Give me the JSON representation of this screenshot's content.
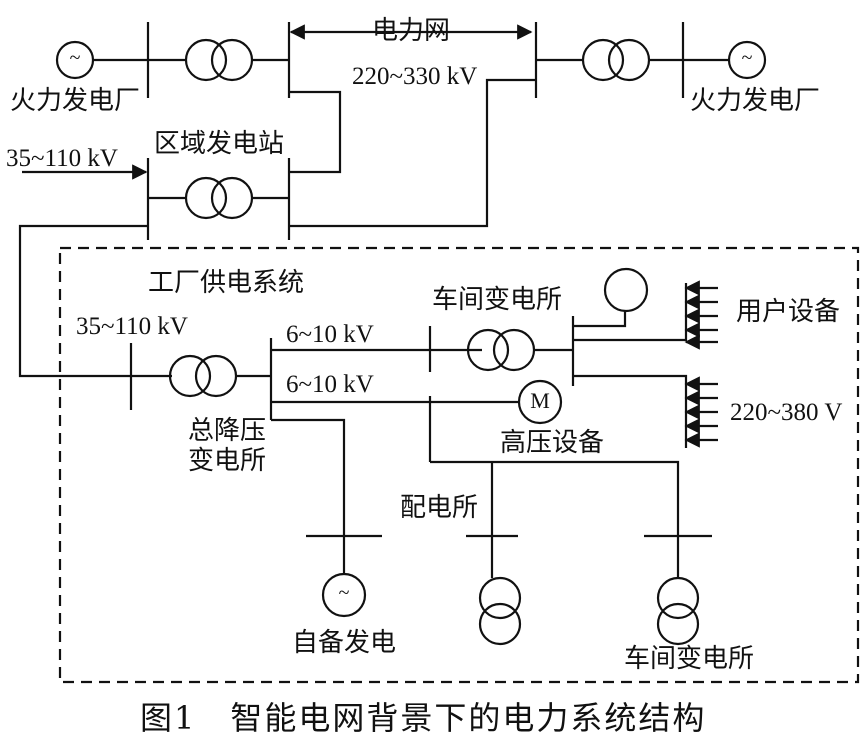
{
  "labels": {
    "power_grid": "电力网",
    "thermal_plant_left": "火力发电厂",
    "thermal_plant_right": "火力发电厂",
    "grid_voltage": "220~330 kV",
    "regional_station": "区域发电站",
    "regional_input_voltage": "35~110 kV",
    "factory_supply_system": "工厂供电系统",
    "factory_input_voltage": "35~110 kV",
    "mv_voltage_1": "6~10 kV",
    "mv_voltage_2": "6~10 kV",
    "main_step_down_line1": "总降压",
    "main_step_down_line2": "变电所",
    "workshop_substation_top": "车间变电所",
    "user_equipment": "用户设备",
    "lv_voltage": "220~380 V",
    "hv_equipment": "高压设备",
    "distribution_station": "配电所",
    "self_generation": "自备发电",
    "workshop_substation_bottom": "车间变电所",
    "motor_symbol": "M",
    "generator_symbol": "~"
  },
  "caption": "图1　智能电网背景下的电力系统结构"
}
